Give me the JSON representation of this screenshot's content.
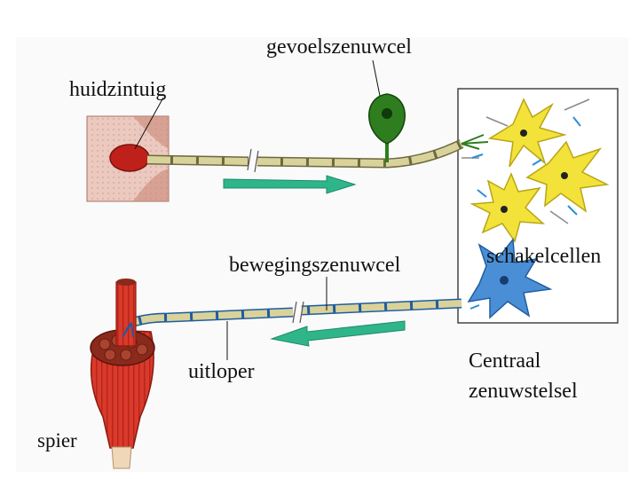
{
  "labels": {
    "sensory_neuron": "gevoelszenuwcel",
    "skin_sense_organ": "huidzintuig",
    "motor_neuron": "bewegingszenuwcel",
    "interneurons": "schakelcellen",
    "axon": "uitloper",
    "cns_line1": "Centraal",
    "cns_line2": "zenuwstelsel",
    "muscle": "spier"
  },
  "colors": {
    "sensory_body": "#2e7d1e",
    "interneuron": "#f2e23a",
    "motor_neuron": "#4a8fd6",
    "arrow": "#2fb58a",
    "muscle": "#d93a2b",
    "skin": "#e9bfb4",
    "receptor": "#c0201a",
    "myelin": "#d9d29a"
  }
}
